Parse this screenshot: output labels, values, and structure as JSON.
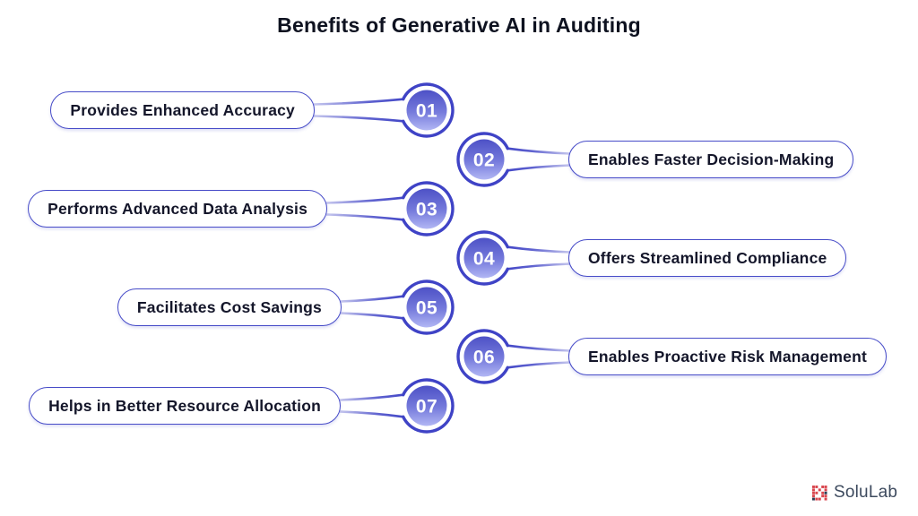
{
  "title": "Benefits of Generative AI in Auditing",
  "items": [
    {
      "number": "01",
      "label": "Provides Enhanced Accuracy",
      "side": "left"
    },
    {
      "number": "02",
      "label": "Enables Faster Decision-Making",
      "side": "right"
    },
    {
      "number": "03",
      "label": "Performs Advanced Data Analysis",
      "side": "left"
    },
    {
      "number": "04",
      "label": "Offers Streamlined Compliance",
      "side": "right"
    },
    {
      "number": "05",
      "label": "Facilitates Cost Savings",
      "side": "left"
    },
    {
      "number": "06",
      "label": "Enables Proactive Risk Management",
      "side": "right"
    },
    {
      "number": "07",
      "label": "Helps in Better Resource Allocation",
      "side": "left"
    }
  ],
  "logo": {
    "text": "SoluLab"
  },
  "colors": {
    "ring": "#3f43c6",
    "badge_gradient_top": "#4d51c6",
    "badge_gradient_bottom": "#b2b7f4",
    "pill_border": "#474cc8",
    "text": "#14162a",
    "logo_red": "#d9464e",
    "logo_navy": "#2c3e55",
    "logo_text": "#3d4a5e"
  }
}
